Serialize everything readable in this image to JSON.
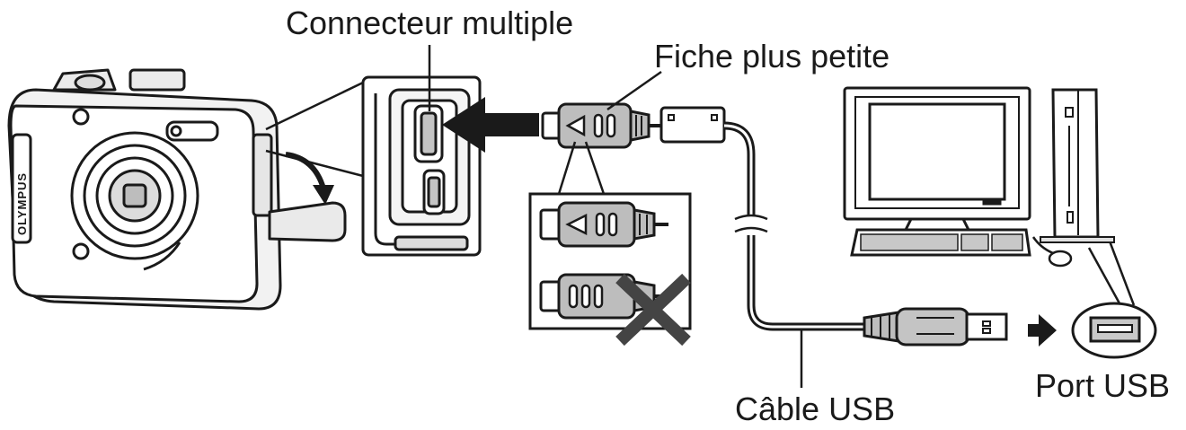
{
  "labels": {
    "multi_connector": "Connecteur multiple",
    "small_plug": "Fiche plus petite",
    "usb_cable": "Câble USB",
    "usb_port": "Port USB"
  },
  "camera": {
    "brand_text": "OLYMPUS"
  },
  "icons": {
    "insert_arrow": "arrow-right-icon",
    "port_arrow": "arrow-right-icon",
    "wrong_mark": "cross-icon",
    "cable_break": "break-mark-icon"
  },
  "colors": {
    "line": "#1a1a1a",
    "connector_fill": "#bdbdbd",
    "port_fill": "#c8c8c8"
  }
}
